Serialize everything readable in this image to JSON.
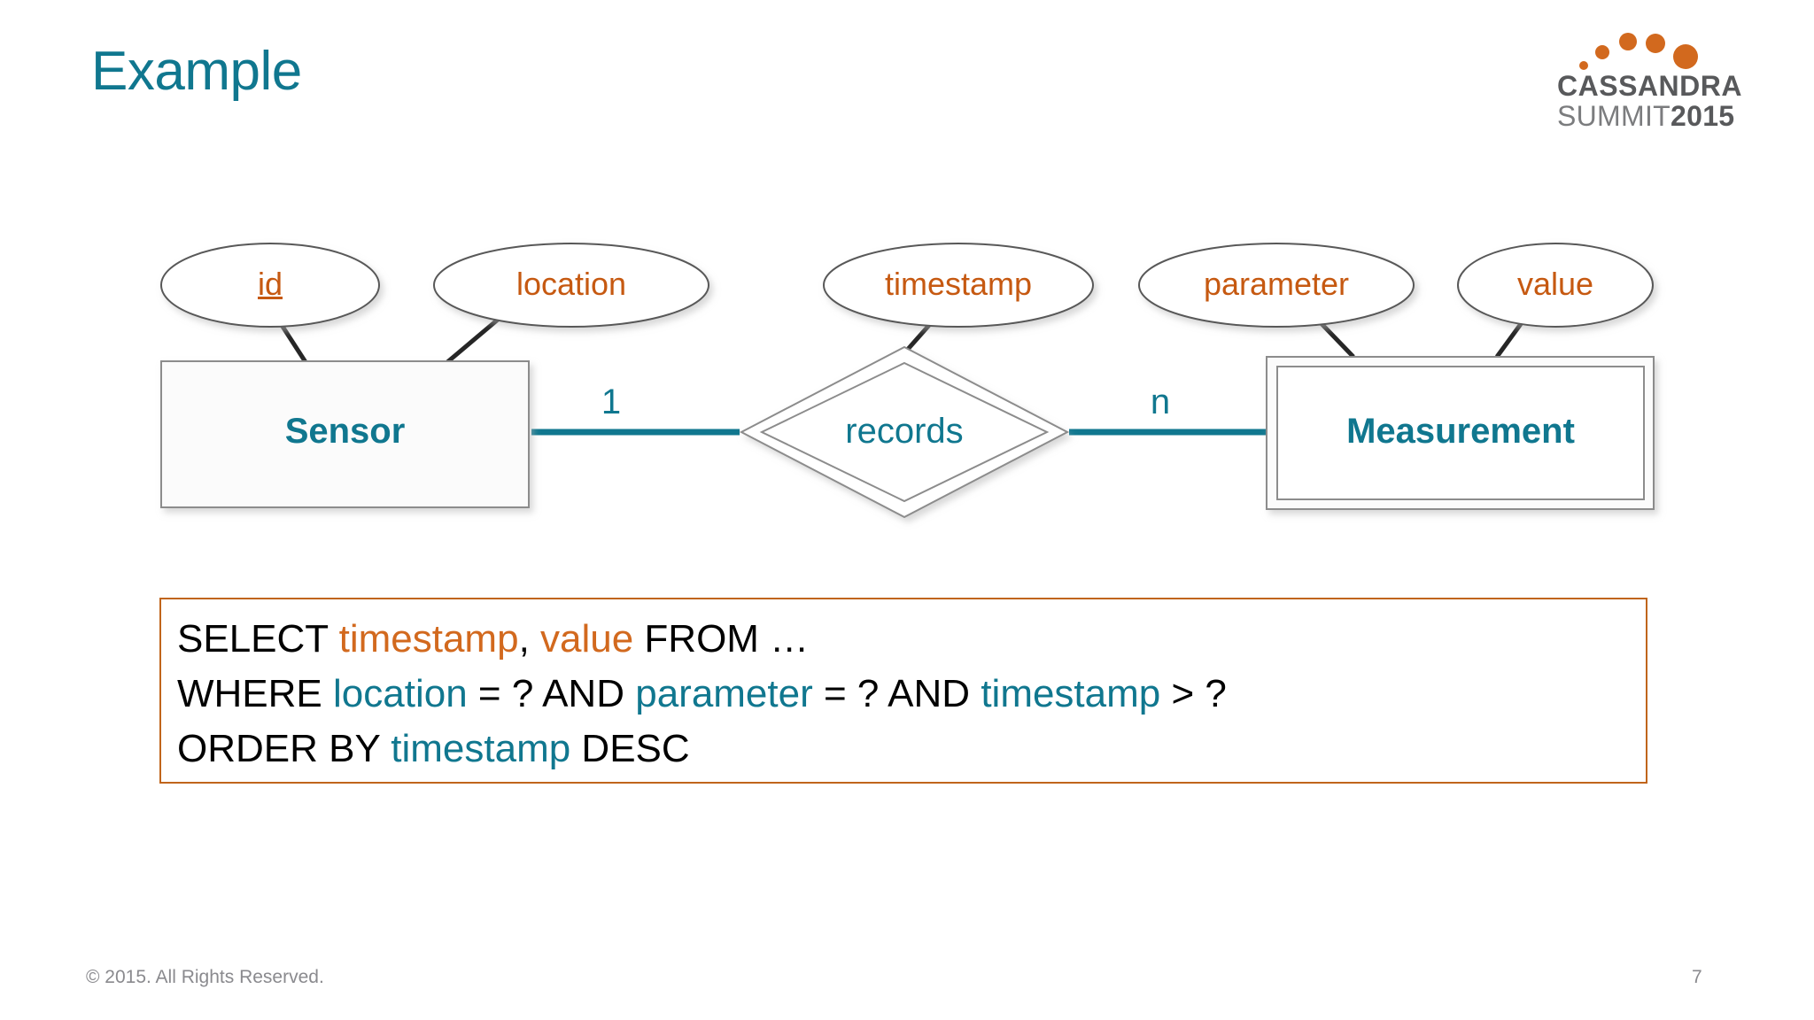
{
  "slide": {
    "title": "Example",
    "page_number": "7",
    "copyright": "© 2015. All Rights Reserved.",
    "background_color": "#ffffff"
  },
  "logo": {
    "name": "cassandra-summit-logo",
    "line1": "CASSANDRA",
    "line2_word": "SUMMIT",
    "line2_year": "2015",
    "dot_color": "#d2691e",
    "text_color": "#58595b"
  },
  "theme": {
    "title_color": "#10778f",
    "entity_color": "#10778f",
    "attribute_color": "#c65911",
    "sql_border_color": "#c0651b",
    "sql_orange": "#d2691e",
    "sql_teal": "#10778f"
  },
  "er_diagram": {
    "entities": [
      {
        "id": "sensor",
        "label": "Sensor",
        "weak": false
      },
      {
        "id": "measurement",
        "label": "Measurement",
        "weak": true
      }
    ],
    "relationship": {
      "id": "records",
      "label": "records",
      "identifying": true
    },
    "cardinalities": [
      {
        "id": "left",
        "label": "1"
      },
      {
        "id": "right",
        "label": "n"
      }
    ],
    "attributes": [
      {
        "id": "id",
        "label": "id",
        "key": true,
        "entity": "sensor"
      },
      {
        "id": "location",
        "label": "location",
        "key": false,
        "entity": "sensor"
      },
      {
        "id": "timestamp",
        "label": "timestamp",
        "key": false,
        "entity": "records"
      },
      {
        "id": "parameter",
        "label": "parameter",
        "key": false,
        "entity": "measurement"
      },
      {
        "id": "value",
        "label": "value",
        "key": false,
        "entity": "measurement"
      }
    ]
  },
  "sql": {
    "line1": [
      {
        "text": "SELECT ",
        "color": "kw"
      },
      {
        "text": "timestamp",
        "color": "orange"
      },
      {
        "text": ", ",
        "color": "kw"
      },
      {
        "text": "value",
        "color": "orange"
      },
      {
        "text": " FROM …",
        "color": "kw"
      }
    ],
    "line1_plain": "SELECT timestamp, value FROM …",
    "line2_plain": "WHERE location = ? AND parameter = ? AND timestamp > ?",
    "line3_plain": "ORDER BY timestamp DESC",
    "tokens": {
      "select": "SELECT ",
      "timestamp": "timestamp",
      "comma": ", ",
      "value": "value",
      "from": " FROM …",
      "where": "WHERE ",
      "location": "location",
      "eq_and_1": " = ? AND ",
      "parameter": "parameter",
      "eq_and_2": " = ? AND ",
      "timestamp2": "timestamp",
      "gt": " > ?",
      "orderby": "ORDER BY ",
      "timestamp3": "timestamp",
      "desc": " DESC"
    }
  }
}
